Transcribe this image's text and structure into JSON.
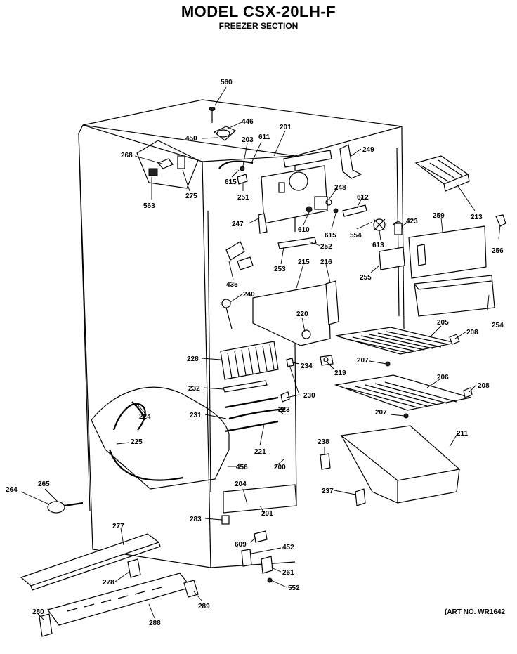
{
  "title": "MODEL CSX-20LH-F",
  "subtitle": "FREEZER SECTION",
  "art_number": "(ART NO. WR1642",
  "parts": [
    {
      "id": "p560",
      "label": "560"
    },
    {
      "id": "p446",
      "label": "446"
    },
    {
      "id": "p450",
      "label": "450"
    },
    {
      "id": "p203",
      "label": "203"
    },
    {
      "id": "p611",
      "label": "611"
    },
    {
      "id": "p201a",
      "label": "201"
    },
    {
      "id": "p249",
      "label": "249"
    },
    {
      "id": "p268",
      "label": "268"
    },
    {
      "id": "p275",
      "label": "275"
    },
    {
      "id": "p563",
      "label": "563"
    },
    {
      "id": "p615a",
      "label": "615"
    },
    {
      "id": "p251",
      "label": "251"
    },
    {
      "id": "p248",
      "label": "248"
    },
    {
      "id": "p612",
      "label": "612"
    },
    {
      "id": "p213",
      "label": "213"
    },
    {
      "id": "p247",
      "label": "247"
    },
    {
      "id": "p610",
      "label": "610"
    },
    {
      "id": "p615b",
      "label": "615"
    },
    {
      "id": "p554",
      "label": "554"
    },
    {
      "id": "p423",
      "label": "423"
    },
    {
      "id": "p259",
      "label": "259"
    },
    {
      "id": "p256",
      "label": "256"
    },
    {
      "id": "p613",
      "label": "613"
    },
    {
      "id": "p252",
      "label": "252"
    },
    {
      "id": "p253",
      "label": "253"
    },
    {
      "id": "p215",
      "label": "215"
    },
    {
      "id": "p216",
      "label": "216"
    },
    {
      "id": "p255",
      "label": "255"
    },
    {
      "id": "p435",
      "label": "435"
    },
    {
      "id": "p240",
      "label": "240"
    },
    {
      "id": "p220",
      "label": "220"
    },
    {
      "id": "p254",
      "label": "254"
    },
    {
      "id": "p205",
      "label": "205"
    },
    {
      "id": "p208a",
      "label": "208"
    },
    {
      "id": "p228",
      "label": "228"
    },
    {
      "id": "p234",
      "label": "234"
    },
    {
      "id": "p207a",
      "label": "207"
    },
    {
      "id": "p219",
      "label": "219"
    },
    {
      "id": "p206",
      "label": "206"
    },
    {
      "id": "p232",
      "label": "232"
    },
    {
      "id": "p230",
      "label": "230"
    },
    {
      "id": "p208b",
      "label": "208"
    },
    {
      "id": "p224",
      "label": "224"
    },
    {
      "id": "p231",
      "label": "231"
    },
    {
      "id": "p223",
      "label": "223"
    },
    {
      "id": "p207b",
      "label": "207"
    },
    {
      "id": "p211",
      "label": "211"
    },
    {
      "id": "p225",
      "label": "225"
    },
    {
      "id": "p221",
      "label": "221"
    },
    {
      "id": "p238",
      "label": "238"
    },
    {
      "id": "p456",
      "label": "456"
    },
    {
      "id": "p200",
      "label": "200"
    },
    {
      "id": "p264",
      "label": "264"
    },
    {
      "id": "p265",
      "label": "265"
    },
    {
      "id": "p204",
      "label": "204"
    },
    {
      "id": "p237",
      "label": "237"
    },
    {
      "id": "p201b",
      "label": "201"
    },
    {
      "id": "p283",
      "label": "283"
    },
    {
      "id": "p277",
      "label": "277"
    },
    {
      "id": "p609",
      "label": "609"
    },
    {
      "id": "p452",
      "label": "452"
    },
    {
      "id": "p261",
      "label": "261"
    },
    {
      "id": "p278",
      "label": "278"
    },
    {
      "id": "p552",
      "label": "552"
    },
    {
      "id": "p289",
      "label": "289"
    },
    {
      "id": "p280",
      "label": "280"
    },
    {
      "id": "p288",
      "label": "288"
    }
  ]
}
